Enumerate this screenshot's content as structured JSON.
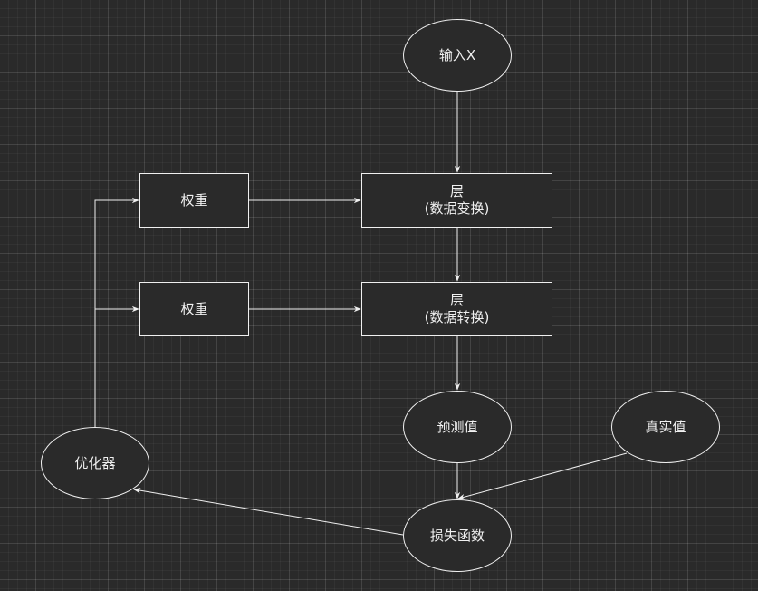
{
  "nodes": {
    "input": "输入X",
    "layer1": {
      "title": "层",
      "subtitle": "(数据变换)"
    },
    "layer2": {
      "title": "层",
      "subtitle": "(数据转换)"
    },
    "weight1": "权重",
    "weight2": "权重",
    "prediction": "预测值",
    "truth": "真实值",
    "loss": "损失函数",
    "optimizer": "优化器"
  },
  "colors": {
    "background": "#2a2a2a",
    "stroke": "#f0f0f0",
    "text": "#f0f0f0"
  }
}
